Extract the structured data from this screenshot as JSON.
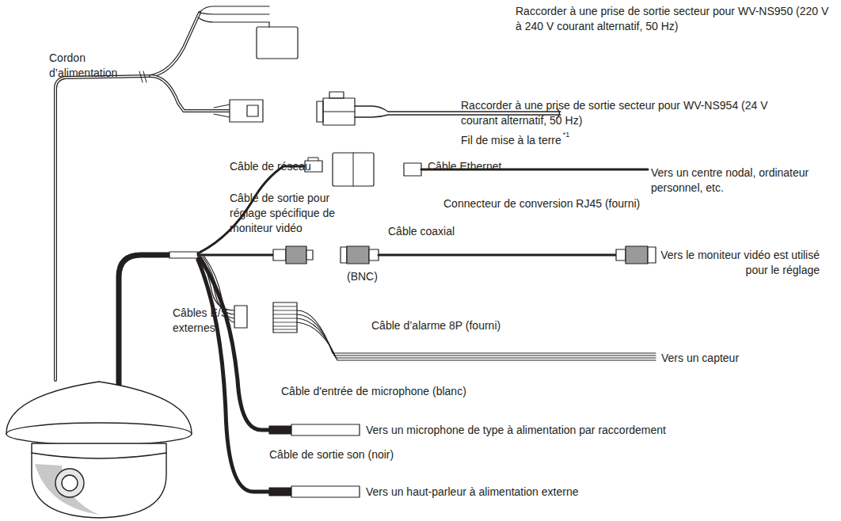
{
  "diagram": {
    "labels": [
      "Raccorder à une prise de sortie secteur pour WV-NS950 (220 V à 240 V courant alternatif, 50 Hz)",
      "Cordon d’alimentation",
      "Raccorder à une prise de sortie secteur pour WV-NS954 (24 V courant alternatif, 50 Hz)",
      "Fil de mise à la terre",
      "*1",
      "Câble de réseau",
      "Câble Ethernet",
      "Vers un centre nodal, ordinateur personnel, etc.",
      "Connecteur de conversion RJ45 (fourni)",
      "Câble de sortie pour réglage spécifique de moniteur vidéo",
      "Câble coaxial",
      "Vers le moniteur vidéo est utilisé pour le réglage",
      "(BNC)",
      "Câbles E/S externes",
      "Câble d’alarme 8P (fourni)",
      "Vers un capteur",
      "Câble d'entrée de microphone (blanc)",
      "Vers un microphone de type à alimentation par raccordement",
      "Câble de sortie son (noir)",
      "Vers un haut-parleur à alimentation externe"
    ]
  }
}
